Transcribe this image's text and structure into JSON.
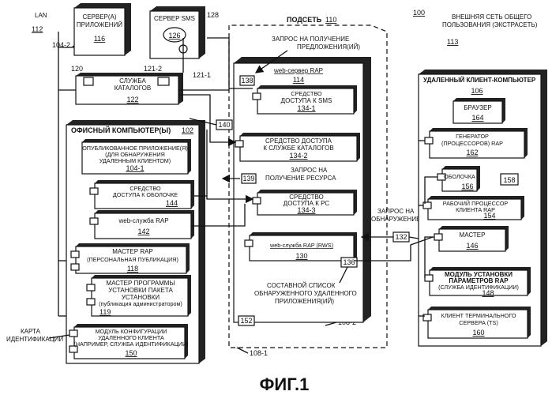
{
  "figure_number": "100",
  "figure_caption": "ФИГ.1",
  "lan": {
    "label": "LAN",
    "ref": "112"
  },
  "subnet": {
    "label": "ПОДСЕТЬ",
    "ref": "110",
    "ref_a": "108-1",
    "ref_b": "108-2"
  },
  "extranet": {
    "line1": "ВНЕШНЯЯ СЕТЬ ОБЩЕГО",
    "line2": "ПОЛЬЗОВАНИЯ (ЭКСТРАСЕТЬ)",
    "ref": "113"
  },
  "app_server": {
    "line1": "СЕРВЕР(А)",
    "line2": "ПРИЛОЖЕНИЙ",
    "ref": "116",
    "link_ref": "104-2"
  },
  "sms_server": {
    "label": "СЕРВЕР SMS",
    "ref": "126",
    "outer_ref": "128",
    "link_ref": "121-2"
  },
  "catalog": {
    "line1": "СЛУЖБА",
    "line2": "КАТАЛОГОВ",
    "ref": "122",
    "ref_left": "120",
    "ref_right": "121-1"
  },
  "office_pc": {
    "title": "ОФИСНЫЙ КОМПЬЮТЕР(Ы)",
    "ref": "102"
  },
  "published": {
    "line1": "ОПУБЛИКОВАННОЕ ПРИЛОЖЕНИЕ(Я)",
    "line2": "(ДЛЯ ОБНАРУЖЕНИЯ",
    "line3": "УДАЛЕННЫМ КЛИЕНТОМ)",
    "ref": "104-1"
  },
  "shell_access": {
    "line1": "СРЕДСТВО",
    "line2": "ДОСТУПА К ОБОЛОЧКЕ",
    "ref": "144"
  },
  "rap_web_service": {
    "label": "web-служба RAP",
    "ref": "142"
  },
  "rap_master": {
    "line1": "МАСТЕР RAP",
    "line2": "(ПЕРСОНАЛЬНАЯ ПУБЛИКАЦИЯ)",
    "ref": "118"
  },
  "install_master": {
    "line1": "МАСТЕР ПРОГРАММЫ",
    "line2": "УСТАНОВКИ ПАКЕТА",
    "line3": "УСТАНОВКИ",
    "line4": "(публикация администратором)",
    "ref": "119"
  },
  "config_module": {
    "line1": "МОДУЛЬ КОНФИГУРАЦИИ",
    "line2": "УДАЛЕННОГО КЛИЕНТА",
    "line3": "(НАПРИМЕР, СЛУЖБА ИДЕНТИФИКАЦИИ)",
    "ref": "150"
  },
  "id_card": {
    "line1": "КАРТА",
    "line2": "ИДЕНТИФИКАЦИИ"
  },
  "offer_request": {
    "line1": "ЗАПРОС НА ПОЛУЧЕНИЕ",
    "line2": "ПРЕДЛОЖЕНИЯ(ИЙ)",
    "ref": "138"
  },
  "web_server": {
    "label": "web-сервер RAP",
    "ref": "114"
  },
  "sms_access": {
    "line1": "СРЕДСТВО",
    "line2": "ДОСТУПА К SMS",
    "ref": "134-1"
  },
  "catalog_access": {
    "line1": "СРЕДСТВО ДОСТУПА",
    "line2": "К СЛУЖБЕ КАТАЛОГОВ",
    "ref": "134-2"
  },
  "resource_request": {
    "line1": "ЗАПРОС НА",
    "line2": "ПОЛУЧЕНИЕ РЕСУРСА",
    "ref": "139"
  },
  "pc_access": {
    "line1": "СРЕДСТВО",
    "line2": "ДОСТУПА К PC",
    "ref": "134-3"
  },
  "arrow_140": "140",
  "discovery_request": {
    "line1": "ЗАПРОС НА",
    "line2": "ОБНАРУЖЕНИЕ",
    "ref": "132"
  },
  "rws": {
    "label": "web-служба RAP (RWS)",
    "ref": "130"
  },
  "composite": {
    "line1": "СОСТАВНОЙ СПИСОК",
    "line2": "ОБНАРУЖЕННОГО УДАЛЕННОГО",
    "line3": "ПРИЛОЖЕНИЯ(ИЙ)",
    "ref": "136"
  },
  "item_152": "152",
  "remote_client": {
    "title": "УДАЛЕННЫЙ КЛИЕНТ-КОМПЬЮТЕР",
    "ref": "106"
  },
  "browser": {
    "label": "БРАУЗЕР",
    "ref": "164"
  },
  "generator": {
    "line1": "ГЕНЕРАТОР",
    "line2": "(ПРОЦЕССОРОВ) RAP",
    "ref": "162"
  },
  "shell": {
    "label": "ОБОЛОЧКА",
    "ref": "156"
  },
  "item_158": "158",
  "work_processor": {
    "line1": "РАБОЧИЙ ПРОЦЕССОР",
    "line2": "КЛИЕНТА RAP",
    "ref": "154"
  },
  "client_master": {
    "label": "МАСТЕР",
    "ref": "146"
  },
  "install_module": {
    "line1": "МОДУЛЬ УСТАНОВКИ",
    "line2": "ПАРАМЕТРОВ RAP",
    "line3": "(СЛУЖБА ИДЕНТИФИКАЦИИ)",
    "ref": "148"
  },
  "ts_client": {
    "line1": "КЛИЕНТ ТЕРМИНАЛЬНОГО",
    "line2": "СЕРВЕРА (TS)",
    "ref": "160"
  }
}
